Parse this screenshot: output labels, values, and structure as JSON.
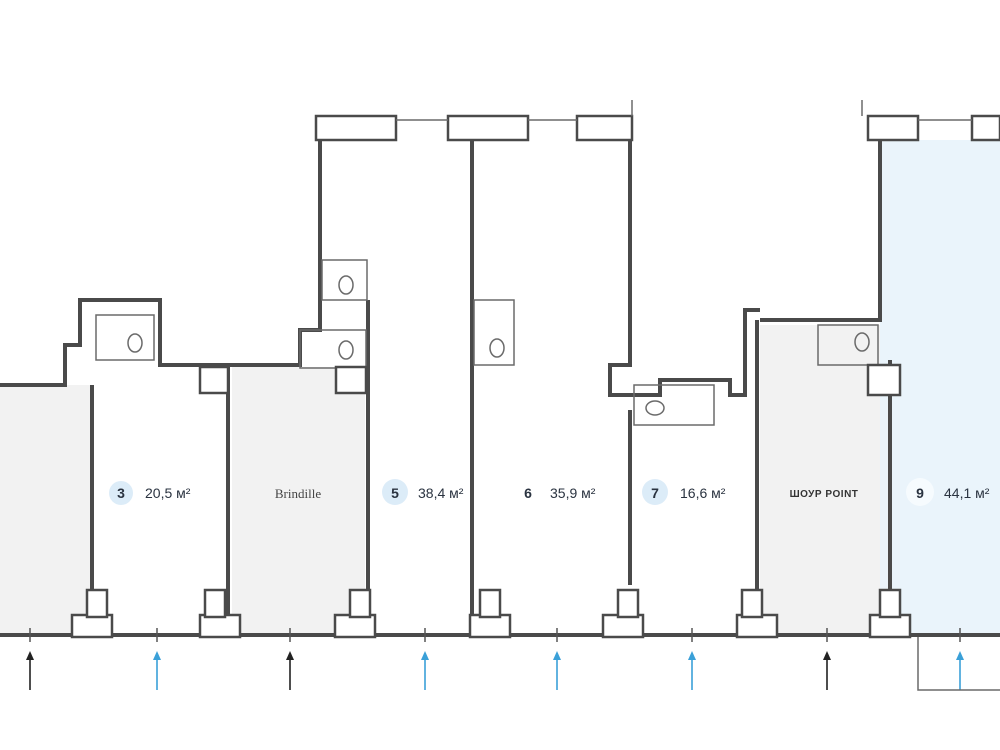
{
  "units": [
    {
      "number": "3",
      "area": "20,5 м²",
      "available": false
    },
    {
      "tenant": "Brindille"
    },
    {
      "number": "5",
      "area": "38,4 м²",
      "available": true
    },
    {
      "number": "6",
      "area": "35,9 м²",
      "available": false
    },
    {
      "number": "7",
      "area": "16,6 м²",
      "available": true
    },
    {
      "tenant": "ШОУР POINT"
    },
    {
      "number": "9",
      "area": "44,1 м²",
      "available": false
    }
  ],
  "colors": {
    "occupied": "#f2f2f2",
    "highlight": "#eaf4fb",
    "wall": "#4a4a4a",
    "entrance_free": "#3aa0d8",
    "entrance_occupied": "#222222",
    "logo_accent": "#e07a1f"
  },
  "entrances": [
    "occupied",
    "free",
    "occupied",
    "free",
    "free",
    "free",
    "occupied",
    "free"
  ]
}
